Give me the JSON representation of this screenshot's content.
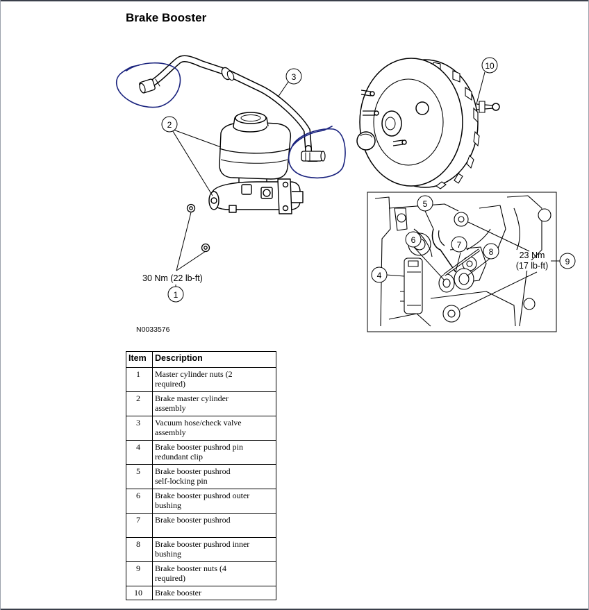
{
  "page": {
    "title": "Brake Booster"
  },
  "diagram": {
    "figure_id": "N0033576",
    "torque_master": "30 Nm (22 lb-ft)",
    "torque_booster_line1": "23 Nm",
    "torque_booster_line2": "(17 lb-ft)",
    "callouts": [
      "1",
      "2",
      "3",
      "4",
      "5",
      "6",
      "7",
      "8",
      "9",
      "10"
    ]
  },
  "table": {
    "headers": [
      "Item",
      "Description"
    ],
    "rows": [
      {
        "item": "1",
        "desc": "Master cylinder nuts (2 required)",
        "lines": [
          "Master cylinder nuts (2",
          "required)"
        ]
      },
      {
        "item": "2",
        "desc": "Brake master cylinder assembly",
        "lines": [
          "Brake master cylinder",
          "assembly"
        ]
      },
      {
        "item": "3",
        "desc": "Vacuum hose/check valve assembly",
        "lines": [
          "Vacuum hose/check valve",
          "assembly"
        ]
      },
      {
        "item": "4",
        "desc": "Brake booster pushrod pin redundant clip",
        "lines": [
          "Brake booster pushrod pin",
          "redundant clip"
        ]
      },
      {
        "item": "5",
        "desc": "Brake booster pushrod self-locking pin",
        "lines": [
          "Brake booster pushrod",
          "self-locking pin"
        ]
      },
      {
        "item": "6",
        "desc": "Brake booster pushrod outer bushing",
        "lines": [
          "Brake booster pushrod outer",
          "bushing"
        ]
      },
      {
        "item": "7",
        "desc": "Brake booster pushrod",
        "lines": [
          "Brake booster pushrod",
          ""
        ]
      },
      {
        "item": "8",
        "desc": "Brake booster pushrod inner bushing",
        "lines": [
          "Brake booster pushrod inner",
          "bushing"
        ]
      },
      {
        "item": "9",
        "desc": "Brake booster nuts (4 required)",
        "lines": [
          "Brake booster nuts (4",
          "required)"
        ]
      },
      {
        "item": "10",
        "desc": "Brake booster",
        "lines": [
          "Brake booster"
        ]
      }
    ]
  },
  "colors": {
    "annotation": "#1a237e",
    "frame": "#3a3f4a",
    "line": "#000000"
  }
}
